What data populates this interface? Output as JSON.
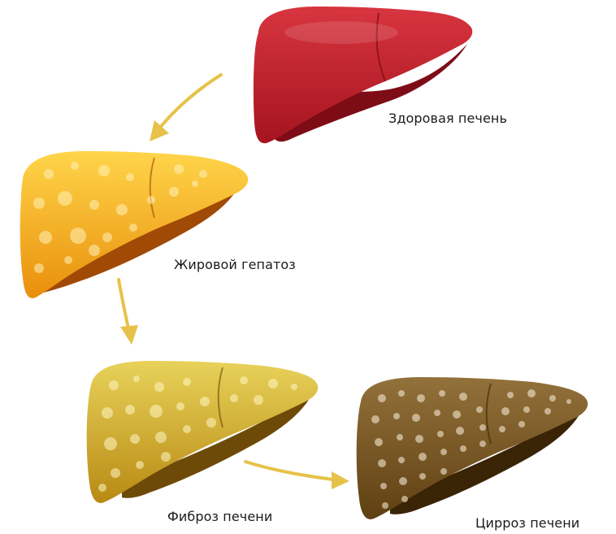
{
  "stages": [
    {
      "id": "healthy",
      "label": "Здоровая печень",
      "colors": {
        "top": "#d8353f",
        "bottom": "#a5141f",
        "lobe": "#7e0c16",
        "spot": "#ffffff"
      }
    },
    {
      "id": "fatty",
      "label": "Жировой гепатоз",
      "colors": {
        "top": "#ffd54a",
        "bottom": "#e98f0c",
        "lobe": "#a04a06",
        "spot": "#fff3b8"
      }
    },
    {
      "id": "fibrosis",
      "label": "Фиброз печени",
      "colors": {
        "top": "#e8d25a",
        "bottom": "#b88a14",
        "lobe": "#6d4a08",
        "spot": "#fff7c4"
      }
    },
    {
      "id": "cirrhosis",
      "label": "Цирроз печени",
      "colors": {
        "top": "#93713b",
        "bottom": "#5f4012",
        "lobe": "#3a2406",
        "spot": "#f3e8d2"
      }
    }
  ],
  "arrow_color": "#e6c24a"
}
